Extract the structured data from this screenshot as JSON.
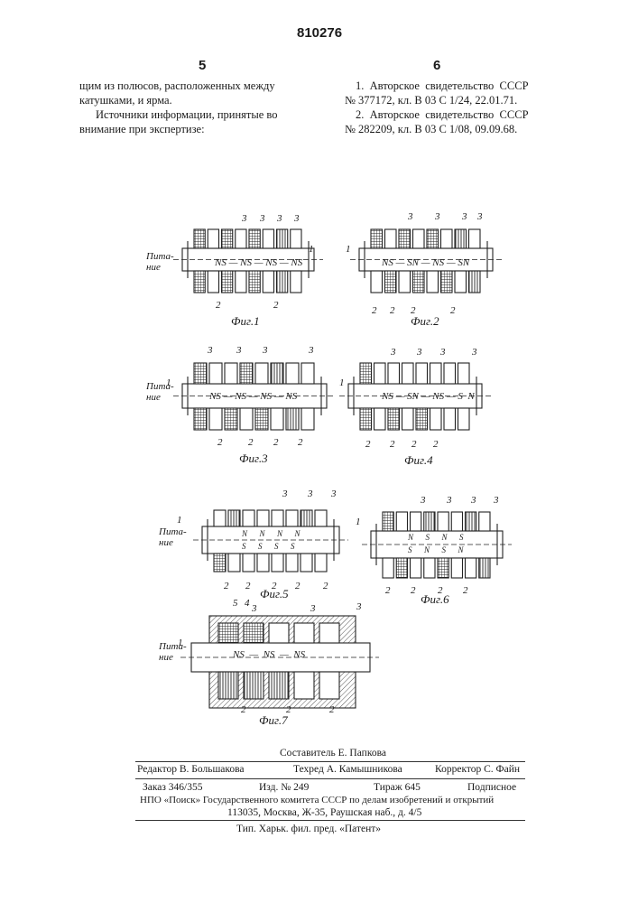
{
  "header": {
    "patent_number": "810276",
    "page_left": "5",
    "page_right": "6"
  },
  "left_column": {
    "line1": "щим из полюсов, расположенных между",
    "line2": "катушками, и ярма.",
    "line3": "Источники информации, принятые во",
    "line4": "внимание при экспертизе:"
  },
  "right_column": {
    "ref1_a": "1.  Авторское  свидетельство  СССР",
    "ref1_b": "№ 377172, кл. В 03 С 1/24, 22.01.71.",
    "ref2_a": "2.  Авторское  свидетельство  СССР",
    "ref2_b": "№ 282209, кл. В 03 С 1/08, 09.09.68."
  },
  "figures": {
    "feed_label_1": "Пита-",
    "feed_label_2": "ние",
    "fig1": {
      "caption": "Фиг.1",
      "poles": "NS — NS — NS — NS"
    },
    "fig2": {
      "caption": "Фиг.2",
      "poles": "NS — SN — NS — SN"
    },
    "fig3": {
      "caption": "Фиг.3",
      "poles": "NS — NS — NS — NS"
    },
    "fig4": {
      "caption": "Фиг.4",
      "poles": "NS — SN — NS — S  N"
    },
    "fig5": {
      "caption": "Фиг.5",
      "top_poles": "N      N      N      N",
      "bottom_poles": "S      S      S      S"
    },
    "fig6": {
      "caption": "Фиг.6",
      "top_poles": "N      S      N      S",
      "bottom_poles": "S      N      S      N"
    },
    "fig7": {
      "caption": "Фиг.7",
      "poles": "NS  —  NS  —  NS"
    },
    "labels": {
      "one": "1",
      "two": "2",
      "three": "3",
      "four": "4",
      "five": "5"
    }
  },
  "footer": {
    "compiler": "Составитель Е. Папкова",
    "editor": "Редактор В. Большакова",
    "techred": "Техред А. Камышникова",
    "corrector": "Корректор С. Файн",
    "order": "Заказ 346/355",
    "izd": "Изд. № 249",
    "tirazh": "Тираж 645",
    "podpisnoe": "Подписное",
    "npo": "НПО «Поиск» Государственного комитета СССР по делам изобретений и открытий",
    "address": "113035, Москва, Ж-35, Раушская наб., д. 4/5",
    "printer": "Тип. Харьк. фил. пред. «Патент»"
  }
}
